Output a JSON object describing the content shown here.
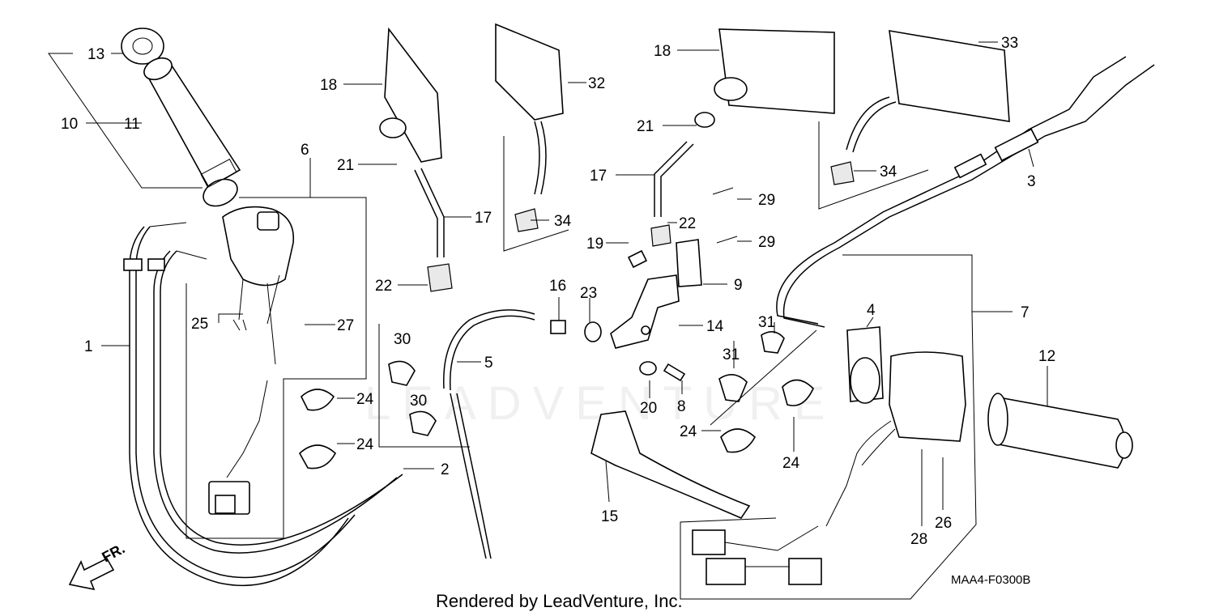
{
  "diagram": {
    "watermark_text": "LEADVENTURE",
    "footer_text": "Rendered by LeadVenture, Inc.",
    "drawing_code": "MAA4-F0300B",
    "direction_label": "FR.",
    "callouts": [
      "13",
      "10",
      "11",
      "6",
      "18",
      "32",
      "21",
      "17",
      "22",
      "1",
      "25",
      "27",
      "2",
      "5",
      "30",
      "24",
      "16",
      "23",
      "14",
      "20",
      "8",
      "19",
      "9",
      "29",
      "31",
      "4",
      "7",
      "12",
      "15",
      "28",
      "26",
      "33",
      "3",
      "34"
    ]
  }
}
